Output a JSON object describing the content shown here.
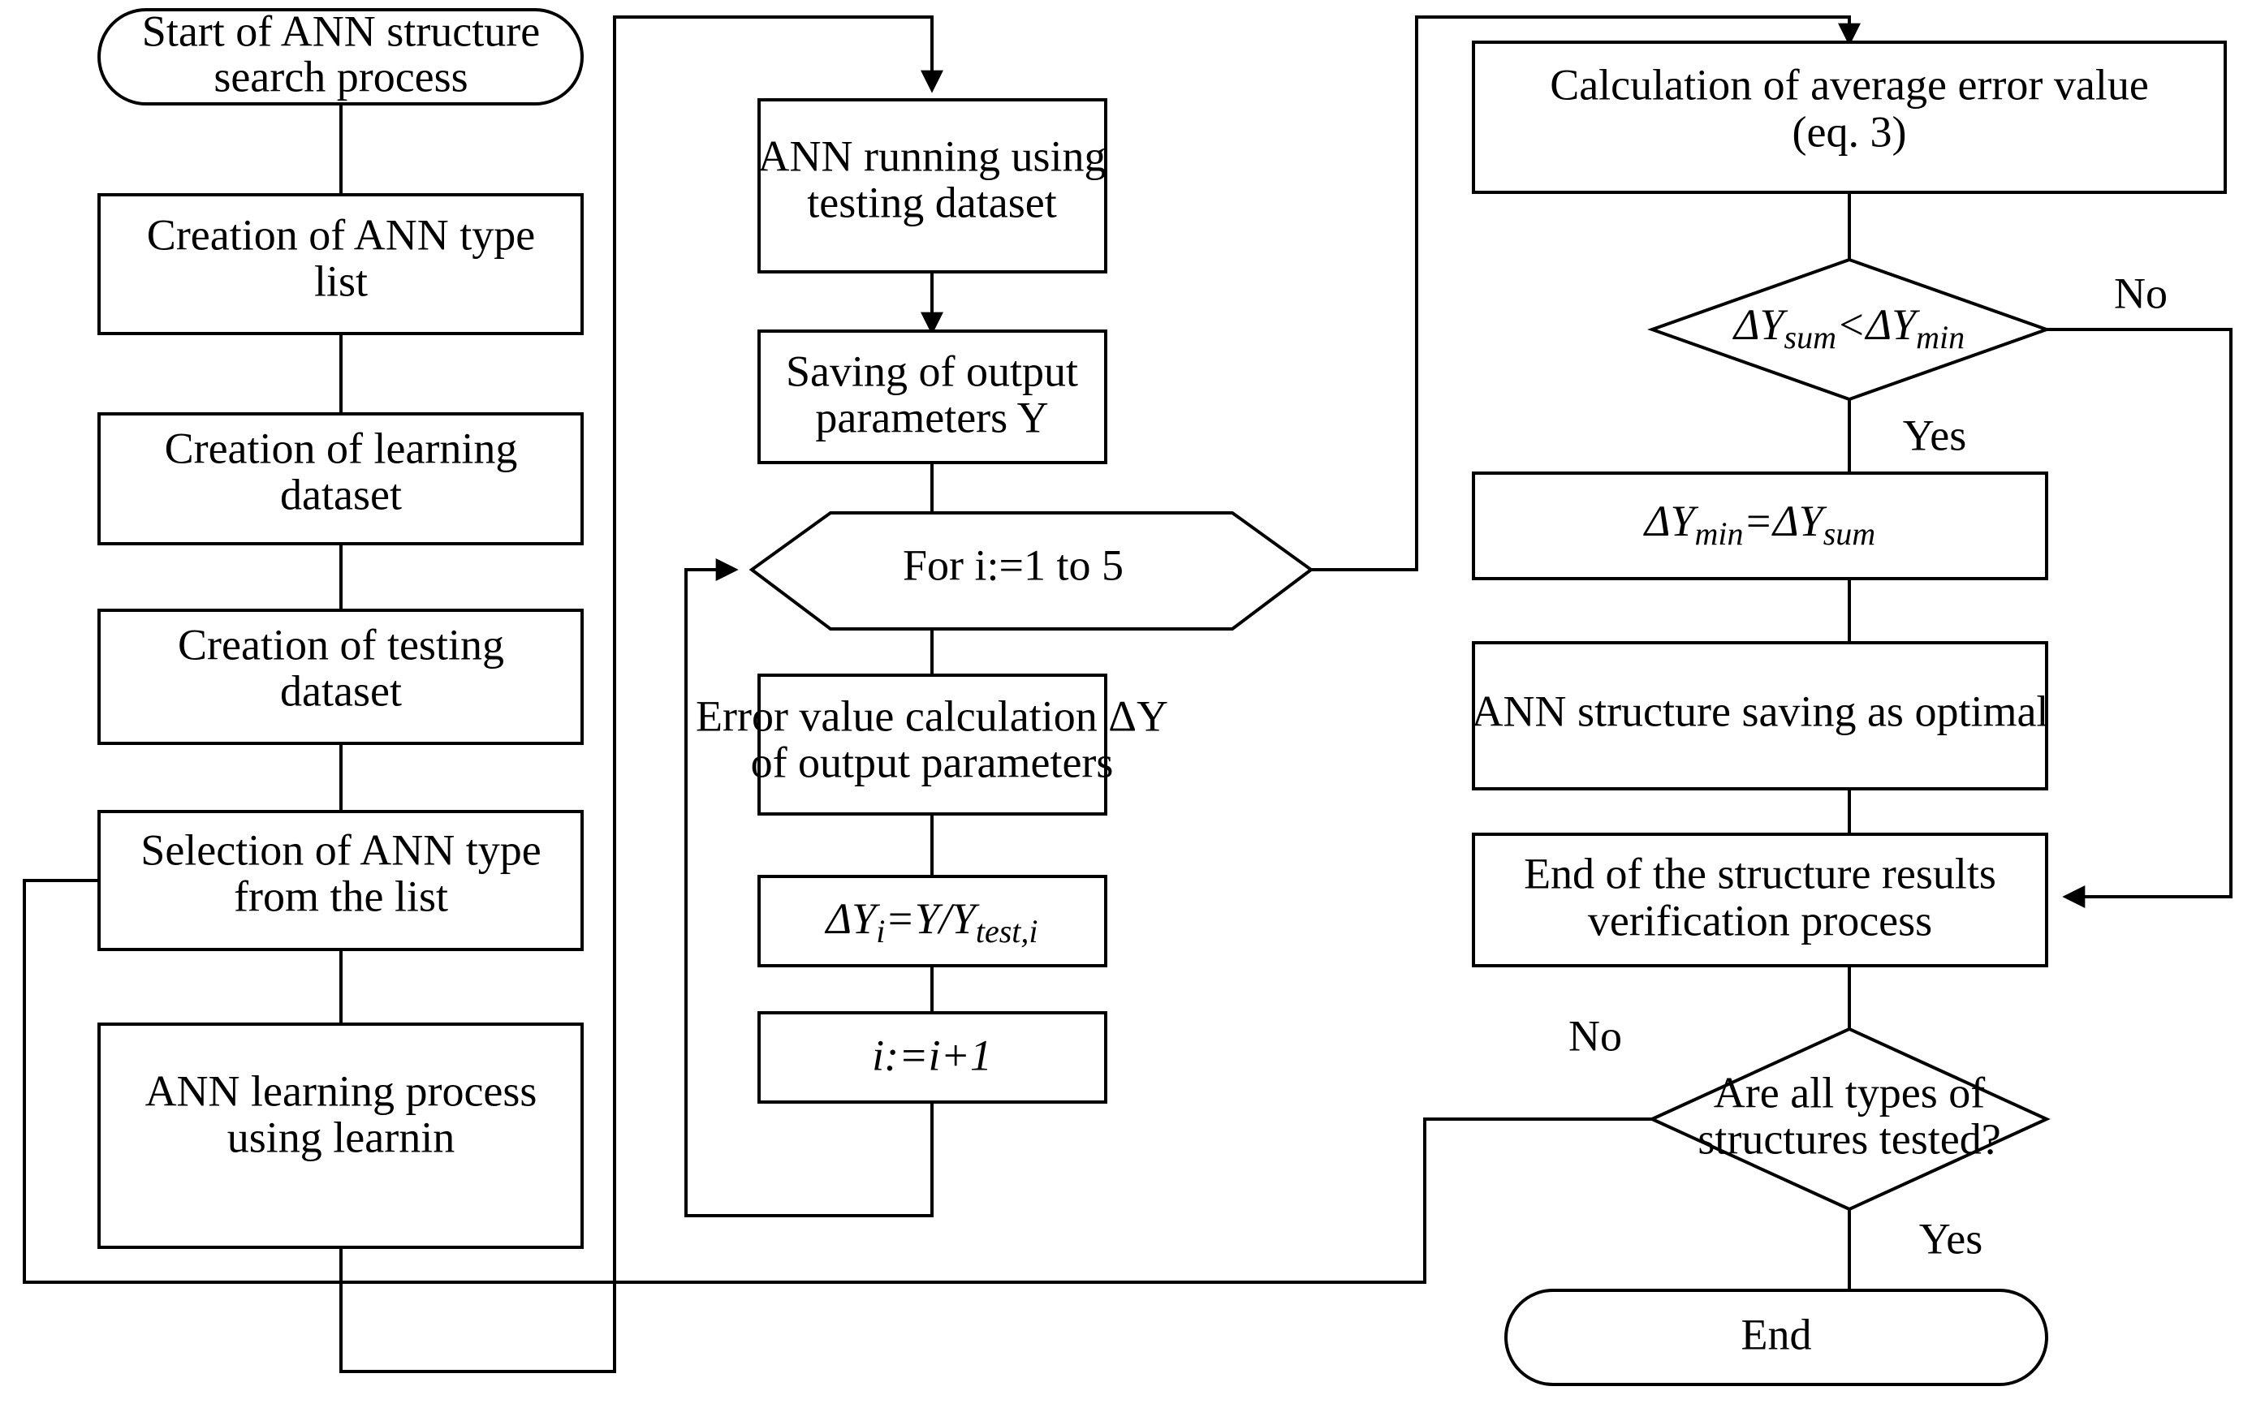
{
  "diagram": {
    "title": "ANN structure search process flowchart",
    "type": "flowchart",
    "stroke_color": "#000000",
    "fill_color": "#ffffff",
    "background": "#ffffff"
  },
  "nodes": {
    "start": {
      "shape": "terminator",
      "line1": "Start of ANN structure",
      "line2": "search process"
    },
    "create_type_list": {
      "shape": "process",
      "line1": "Creation of ANN type",
      "line2": "list"
    },
    "create_learning": {
      "shape": "process",
      "line1": "Creation of learning",
      "line2": "dataset"
    },
    "create_testing": {
      "shape": "process",
      "line1": "Creation of testing",
      "line2": "dataset"
    },
    "select_type": {
      "shape": "process",
      "line1": "Selection of ANN type",
      "line2": "from the list"
    },
    "learning_process": {
      "shape": "process",
      "line1": "ANN learning process",
      "line2": "using learnin"
    },
    "ann_running": {
      "shape": "process",
      "line1": "ANN running using",
      "line2": "testing dataset"
    },
    "saving_output": {
      "shape": "process",
      "line1": "Saving of output",
      "line2": "parameters Y"
    },
    "for_loop": {
      "shape": "hexagon",
      "line1": "For i:=1 to 5"
    },
    "error_calc": {
      "shape": "process",
      "line1": "Error value calculation ΔY",
      "line2": "of output parameters"
    },
    "delta_formula": {
      "shape": "process",
      "formula_main": "ΔY",
      "formula_sub1": "i",
      "formula_mid": "=Y/Y",
      "formula_sub2": "test,i"
    },
    "increment": {
      "shape": "process",
      "formula": "i:=i+1"
    },
    "avg_error": {
      "shape": "process",
      "line1": "Calculation of average error value",
      "line2": "(eq. 3)"
    },
    "compare_decision": {
      "shape": "diamond",
      "formula_a": "ΔY",
      "formula_a_sub": "sum",
      "formula_op": "<ΔY",
      "formula_b_sub": "min"
    },
    "assign_min": {
      "shape": "process",
      "formula_a": "ΔY",
      "formula_a_sub": "min",
      "formula_op": "=ΔY",
      "formula_b_sub": "sum"
    },
    "save_optimal": {
      "shape": "process",
      "line1": "ANN structure saving as optimal"
    },
    "end_verification": {
      "shape": "process",
      "line1": "End of the structure results",
      "line2": "verification process"
    },
    "all_tested_decision": {
      "shape": "diamond",
      "line1": "Are all types of",
      "line2": "structures tested?"
    },
    "end": {
      "shape": "terminator",
      "line1": "End"
    }
  },
  "edge_labels": {
    "compare_no": "No",
    "compare_yes": "Yes",
    "all_tested_no": "No",
    "all_tested_yes": "Yes"
  }
}
